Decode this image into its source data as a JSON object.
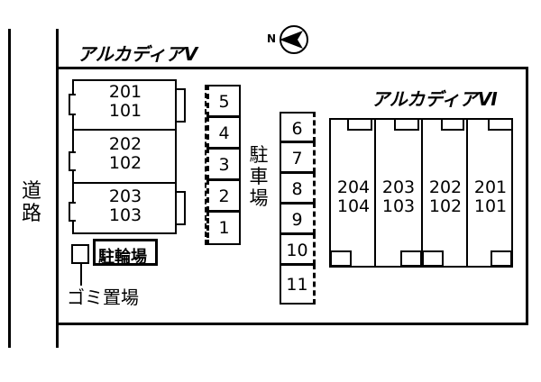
{
  "road_label": [
    "道",
    "路"
  ],
  "north_label": "N",
  "building_v": {
    "title": "アルカディアⅤ",
    "units": [
      {
        "upper": "201",
        "lower": "101"
      },
      {
        "upper": "202",
        "lower": "102"
      },
      {
        "upper": "203",
        "lower": "103"
      }
    ]
  },
  "building_vi": {
    "title": "アルカディアⅥ",
    "units": [
      {
        "upper": "204",
        "lower": "104"
      },
      {
        "upper": "203",
        "lower": "103"
      },
      {
        "upper": "202",
        "lower": "102"
      },
      {
        "upper": "201",
        "lower": "101"
      }
    ]
  },
  "parking": {
    "label": [
      "駐",
      "車",
      "場"
    ],
    "left_spots": [
      "5",
      "4",
      "3",
      "2",
      "1"
    ],
    "right_spots": [
      "6",
      "7",
      "8",
      "9",
      "10",
      "11"
    ]
  },
  "bicycle_parking": "駐輪場",
  "garbage_area": "ゴミ置場"
}
